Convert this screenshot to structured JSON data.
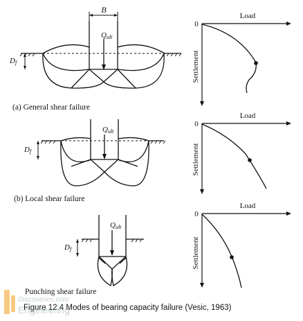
{
  "labels": {
    "load": "Load",
    "settlement": "Settlement",
    "origin": "0",
    "B": "B",
    "q_ult_base": "Q",
    "q_ult_sub": "ult",
    "df_base": "D",
    "df_sub": "f"
  },
  "panels": [
    {
      "caption": "(a) General shear failure"
    },
    {
      "caption": "(b) Local shear failure"
    },
    {
      "caption": "Punching shear failure"
    }
  ],
  "figure_caption": "Figure 12.4   Modes of bearing capacity failure (Vesic, 1963)",
  "watermark": {
    "site": "Discoveries.com",
    "name": "Engineering"
  }
}
